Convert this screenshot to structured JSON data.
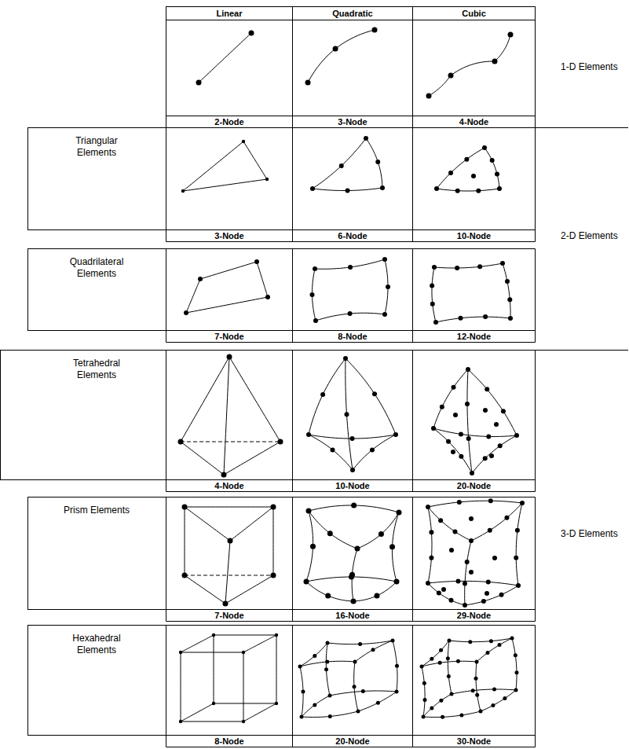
{
  "diagram": {
    "labels": [
      "Linear",
      "Quadratic",
      "Cubic",
      "1-D Elements",
      "2-Node",
      "3-Node",
      "4-Node",
      "Triangular Elements",
      "3-Node",
      "6-Node",
      "10-Node",
      "2-D Elements",
      "Quadrilateral Elements",
      "7-Node",
      "8-Node",
      "12-Node",
      "Tetrahedral Elements",
      "4-Node",
      "10-Node",
      "20-Node",
      "Prism Elements",
      "3-D Elements",
      "7-Node",
      "16-Node",
      "29-Node",
      "Hexahedral Elements",
      "8-Node",
      "20-Node",
      "30-Node"
    ]
  }
}
